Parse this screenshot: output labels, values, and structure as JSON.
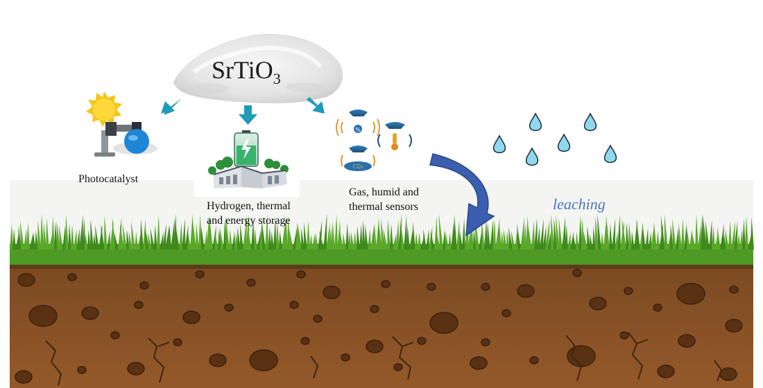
{
  "title": {
    "base": "SrTiO",
    "sub": "3"
  },
  "applications": [
    {
      "id": "photocatalyst",
      "lines": [
        "Photocatalyst"
      ]
    },
    {
      "id": "storage",
      "lines": [
        "Hydrogen, thermal",
        "and energy storage"
      ]
    },
    {
      "id": "sensors",
      "lines": [
        "Gas, humid and",
        "thermal sensors"
      ]
    }
  ],
  "process_label": "leaching",
  "icons": {
    "co2_badge": "CO₂",
    "humidity_badge": "%"
  },
  "colors": {
    "arrow_teal": "#1f9bb8",
    "curved_arrow": "#3a5fb0",
    "grass": "#4f9a24",
    "soil": "#8a5428",
    "droplet": "#8fd8ee",
    "leaching_text": "#4a74c4"
  }
}
